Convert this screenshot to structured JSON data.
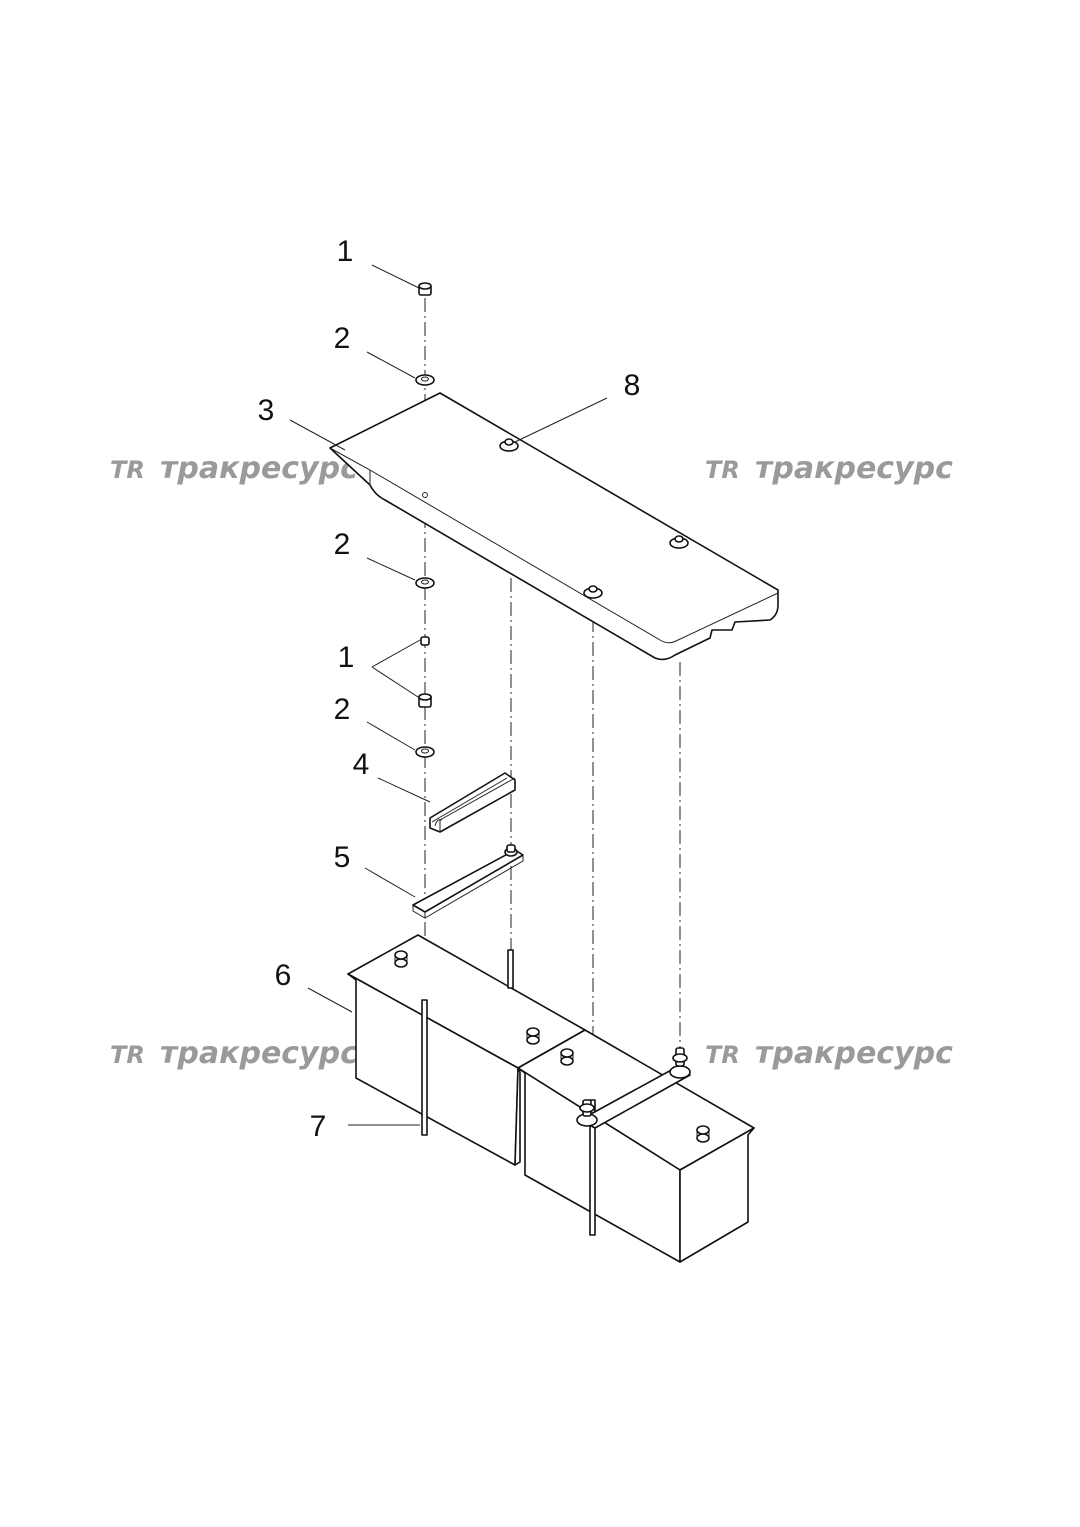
{
  "callouts": [
    "1",
    "2",
    "3",
    "2",
    "1",
    "2",
    "4",
    "5",
    "6",
    "7",
    "8"
  ],
  "watermark": {
    "logo": "TR",
    "text": "тракресурс"
  }
}
